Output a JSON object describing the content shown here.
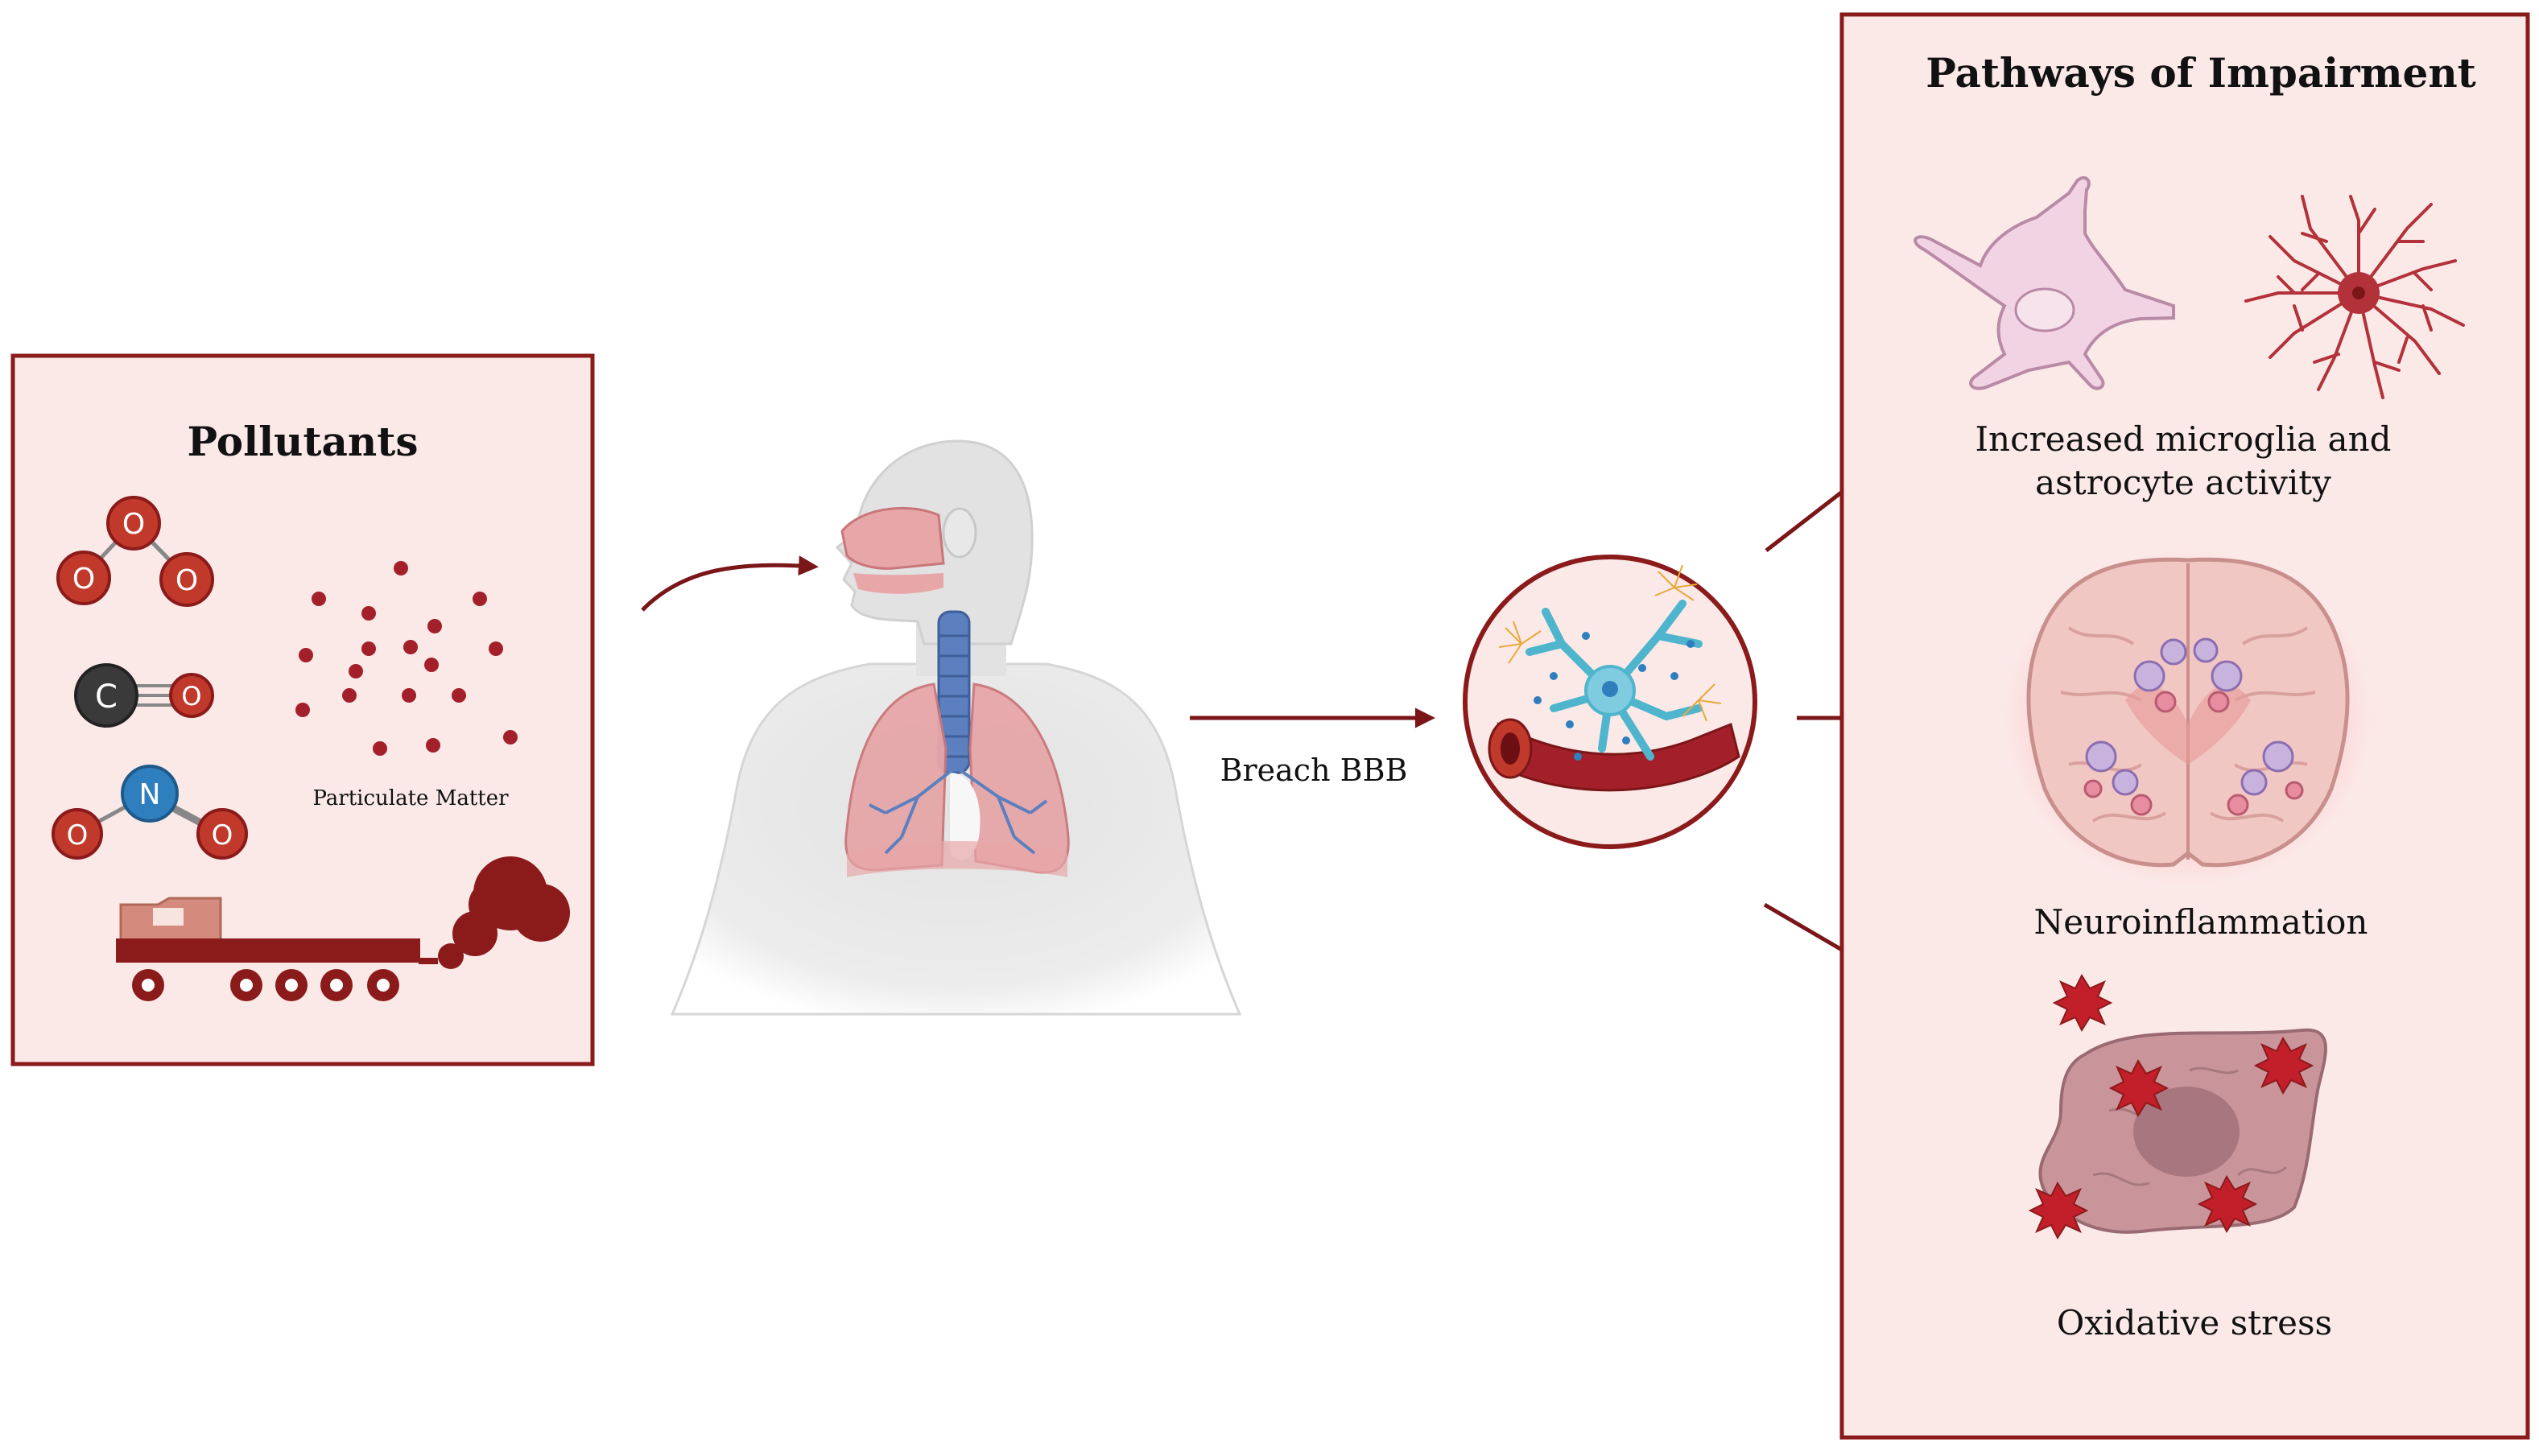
{
  "colors": {
    "panel_fill": "#fbe9e8",
    "panel_border": "#8b1a1a",
    "arrow": "#7a1518",
    "molecule_red": "#c0392b",
    "carbon_dark": "#3a3a3a",
    "nitrogen_blue": "#2f7fbf",
    "particle": "#a3202a",
    "truck_body": "#d48a7c",
    "truck_frame": "#8b1a1a",
    "body_grey": "#e4e4e4",
    "lung_pink": "#e7a6a8",
    "trachea_blue": "#5b7fbf",
    "microglia_fill": "#f2d3e3",
    "astrocyte_red": "#b3323a",
    "brain_fill": "#f1c7c4",
    "cell_fill": "#c9959b"
  },
  "pollutants_panel": {
    "title": "Pollutants",
    "molecules": [
      {
        "name": "ozone",
        "atoms": [
          "O",
          "O",
          "O"
        ]
      },
      {
        "name": "carbon-monoxide",
        "atoms": [
          "C",
          "O"
        ]
      },
      {
        "name": "nitrogen-dioxide",
        "atoms": [
          "N",
          "O",
          "O"
        ]
      }
    ],
    "particulate_label": "Particulate Matter",
    "icons": [
      "ozone-molecule-icon",
      "carbon-monoxide-molecule-icon",
      "nitrogen-dioxide-molecule-icon",
      "particulate-matter-icon",
      "truck-exhaust-icon"
    ]
  },
  "body": {
    "icon": "human-respiratory-system-icon"
  },
  "bbb": {
    "arrow_label": "Breach BBB",
    "icon": "blood-brain-barrier-icon"
  },
  "pathways_panel": {
    "title": "Pathways of Impairment",
    "items": [
      {
        "label_line1": "Increased microglia and",
        "label_line2": "astrocyte activity",
        "icons": [
          "microglia-icon",
          "astrocyte-icon"
        ]
      },
      {
        "label": "Neuroinflammation",
        "icon": "inflamed-brain-icon"
      },
      {
        "label": "Oxidative stress",
        "icon": "oxidative-stress-cell-icon"
      }
    ]
  }
}
